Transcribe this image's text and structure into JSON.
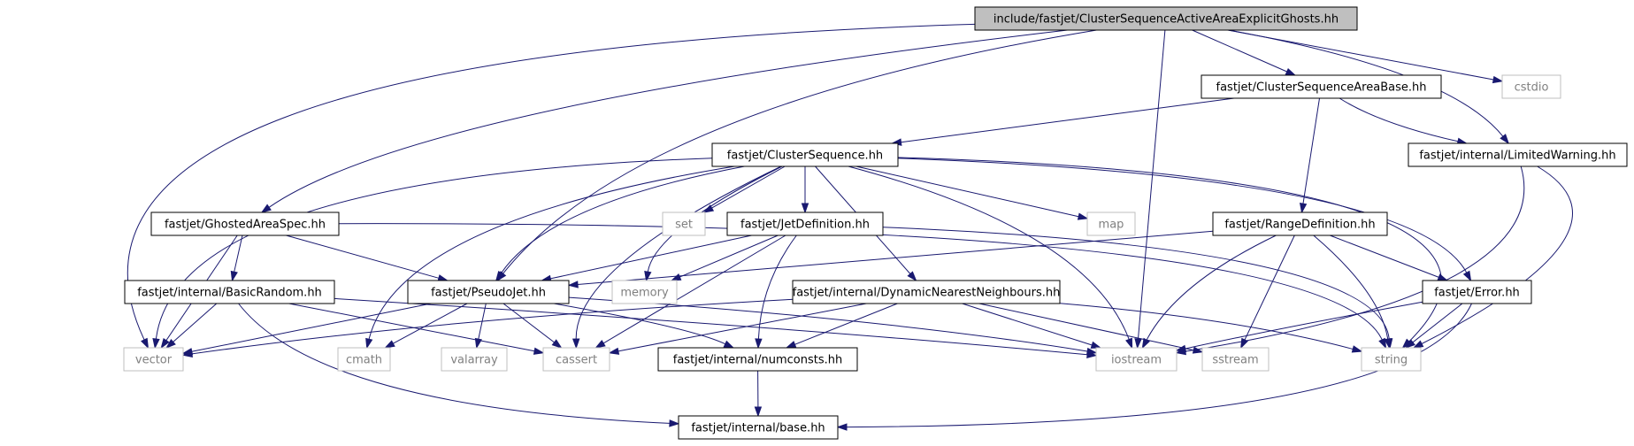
{
  "colors": {
    "edge": "#191970",
    "root_fill": "#bfbfbf",
    "node_border": "#000000",
    "external_border": "#bfbfbf",
    "external_text": "#808080"
  },
  "nodes": [
    {
      "id": "root",
      "label": "include/fastjet/ClusterSequenceActiveAreaExplicitGhosts.hh",
      "kind": "root"
    },
    {
      "id": "vector",
      "label": "vector",
      "kind": "external"
    },
    {
      "id": "ghosted",
      "label": "fastjet/GhostedAreaSpec.hh",
      "kind": "file"
    },
    {
      "id": "pseudojet",
      "label": "fastjet/PseudoJet.hh",
      "kind": "file"
    },
    {
      "id": "iostream",
      "label": "iostream",
      "kind": "external"
    },
    {
      "id": "csab",
      "label": "fastjet/ClusterSequenceAreaBase.hh",
      "kind": "file"
    },
    {
      "id": "cstdio",
      "label": "cstdio",
      "kind": "external"
    },
    {
      "id": "limwarn",
      "label": "fastjet/internal/LimitedWarning.hh",
      "kind": "file"
    },
    {
      "id": "clusterseq",
      "label": "fastjet/ClusterSequence.hh",
      "kind": "file"
    },
    {
      "id": "set",
      "label": "set",
      "kind": "external"
    },
    {
      "id": "jetdef",
      "label": "fastjet/JetDefinition.hh",
      "kind": "file"
    },
    {
      "id": "map",
      "label": "map",
      "kind": "external"
    },
    {
      "id": "rangedef",
      "label": "fastjet/RangeDefinition.hh",
      "kind": "file"
    },
    {
      "id": "basicrandom",
      "label": "fastjet/internal/BasicRandom.hh",
      "kind": "file"
    },
    {
      "id": "memory",
      "label": "memory",
      "kind": "external"
    },
    {
      "id": "dnn",
      "label": "fastjet/internal/DynamicNearestNeighbours.hh",
      "kind": "file"
    },
    {
      "id": "error",
      "label": "fastjet/Error.hh",
      "kind": "file"
    },
    {
      "id": "cmath",
      "label": "cmath",
      "kind": "external"
    },
    {
      "id": "valarray",
      "label": "valarray",
      "kind": "external"
    },
    {
      "id": "cassert",
      "label": "cassert",
      "kind": "external"
    },
    {
      "id": "numconsts",
      "label": "fastjet/internal/numconsts.hh",
      "kind": "file"
    },
    {
      "id": "sstream",
      "label": "sstream",
      "kind": "external"
    },
    {
      "id": "string",
      "label": "string",
      "kind": "external"
    },
    {
      "id": "base",
      "label": "fastjet/internal/base.hh",
      "kind": "file"
    }
  ],
  "edges": [
    {
      "from": "root",
      "to": "vector"
    },
    {
      "from": "root",
      "to": "ghosted"
    },
    {
      "from": "root",
      "to": "pseudojet"
    },
    {
      "from": "root",
      "to": "iostream"
    },
    {
      "from": "root",
      "to": "csab"
    },
    {
      "from": "root",
      "to": "cstdio"
    },
    {
      "from": "root",
      "to": "limwarn"
    },
    {
      "from": "csab",
      "to": "clusterseq"
    },
    {
      "from": "csab",
      "to": "rangedef"
    },
    {
      "from": "csab",
      "to": "limwarn"
    },
    {
      "from": "clusterseq",
      "to": "vector"
    },
    {
      "from": "clusterseq",
      "to": "pseudojet"
    },
    {
      "from": "clusterseq",
      "to": "cmath"
    },
    {
      "from": "clusterseq",
      "to": "cassert"
    },
    {
      "from": "clusterseq",
      "to": "memory"
    },
    {
      "from": "clusterseq",
      "to": "set"
    },
    {
      "from": "clusterseq",
      "to": "jetdef"
    },
    {
      "from": "clusterseq",
      "to": "dnn"
    },
    {
      "from": "clusterseq",
      "to": "map"
    },
    {
      "from": "clusterseq",
      "to": "iostream"
    },
    {
      "from": "clusterseq",
      "to": "error"
    },
    {
      "from": "clusterseq",
      "to": "string"
    },
    {
      "from": "limwarn",
      "to": "iostream"
    },
    {
      "from": "limwarn",
      "to": "string"
    },
    {
      "from": "ghosted",
      "to": "vector"
    },
    {
      "from": "ghosted",
      "to": "basicrandom"
    },
    {
      "from": "ghosted",
      "to": "pseudojet"
    },
    {
      "from": "ghosted",
      "to": "string"
    },
    {
      "from": "jetdef",
      "to": "pseudojet"
    },
    {
      "from": "jetdef",
      "to": "memory"
    },
    {
      "from": "jetdef",
      "to": "cassert"
    },
    {
      "from": "jetdef",
      "to": "numconsts"
    },
    {
      "from": "jetdef",
      "to": "string"
    },
    {
      "from": "rangedef",
      "to": "pseudojet"
    },
    {
      "from": "rangedef",
      "to": "error"
    },
    {
      "from": "rangedef",
      "to": "iostream"
    },
    {
      "from": "rangedef",
      "to": "sstream"
    },
    {
      "from": "rangedef",
      "to": "string"
    },
    {
      "from": "basicrandom",
      "to": "vector"
    },
    {
      "from": "basicrandom",
      "to": "cassert"
    },
    {
      "from": "basicrandom",
      "to": "iostream"
    },
    {
      "from": "basicrandom",
      "to": "base"
    },
    {
      "from": "pseudojet",
      "to": "vector"
    },
    {
      "from": "pseudojet",
      "to": "cmath"
    },
    {
      "from": "pseudojet",
      "to": "valarray"
    },
    {
      "from": "pseudojet",
      "to": "cassert"
    },
    {
      "from": "pseudojet",
      "to": "numconsts"
    },
    {
      "from": "pseudojet",
      "to": "iostream"
    },
    {
      "from": "dnn",
      "to": "vector"
    },
    {
      "from": "dnn",
      "to": "cassert"
    },
    {
      "from": "dnn",
      "to": "numconsts"
    },
    {
      "from": "dnn",
      "to": "iostream"
    },
    {
      "from": "dnn",
      "to": "sstream"
    },
    {
      "from": "dnn",
      "to": "string"
    },
    {
      "from": "error",
      "to": "iostream"
    },
    {
      "from": "error",
      "to": "string"
    },
    {
      "from": "error",
      "to": "base"
    },
    {
      "from": "numconsts",
      "to": "base"
    }
  ]
}
